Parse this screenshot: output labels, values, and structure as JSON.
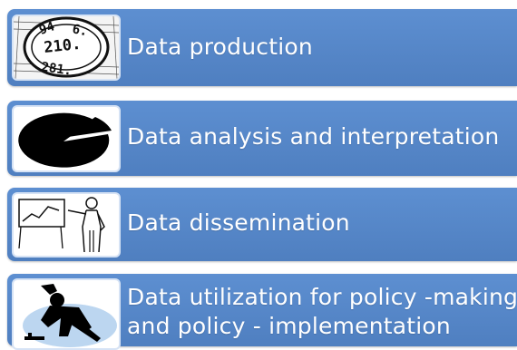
{
  "stages": [
    {
      "label": "Data production",
      "icon": "numbers-dial-icon"
    },
    {
      "label": "Data analysis  and interpretation",
      "icon": "pie-chart-icon"
    },
    {
      "label": "Data dissemination",
      "icon": "presenter-icon"
    },
    {
      "label_line1": "Data utilization for policy -making",
      "label_line2": "and  policy  - implementation",
      "icon": "worker-silhouette-icon"
    }
  ],
  "colors": {
    "band": "#5d8fd1",
    "text": "#ffffff",
    "thumb_bg": "#ffffff"
  }
}
